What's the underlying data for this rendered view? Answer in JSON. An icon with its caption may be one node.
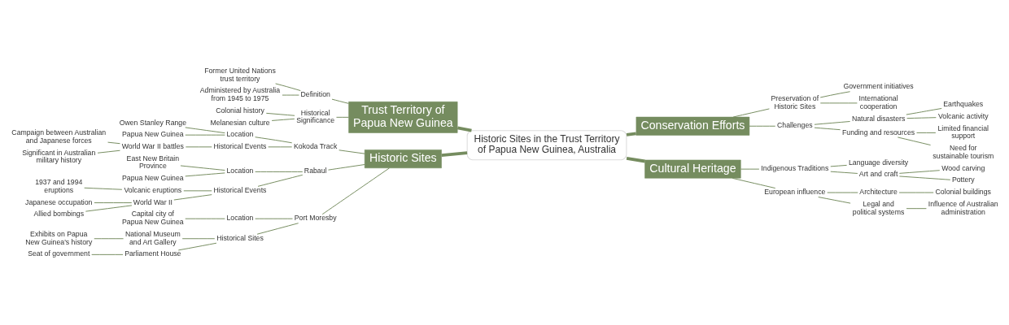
{
  "diagram": {
    "nodes": [
      {
        "text": [
          "Historic Sites in the Trust Territory of Papua New Guinea, Australia"
        ]
      },
      {
        "text": [
          "Trust Territory of Papua New Guinea"
        ]
      },
      {
        "text": [
          "Definition"
        ]
      },
      {
        "text": [
          "Former United Nations trust territory"
        ]
      },
      {
        "text": [
          "Administered by Australia from 1945 to 1975"
        ]
      },
      {
        "text": [
          "Historical Significance"
        ]
      },
      {
        "text": [
          "Colonial history"
        ]
      },
      {
        "text": [
          "Melanesian culture"
        ]
      },
      {
        "text": [
          "Historic Sites"
        ]
      },
      {
        "text": [
          "Kokoda Track"
        ]
      },
      {
        "text": [
          "Location"
        ]
      },
      {
        "text": [
          "Owen Stanley Range"
        ]
      },
      {
        "text": [
          "Papua New Guinea"
        ]
      },
      {
        "text": [
          "Historical Events"
        ]
      },
      {
        "text": [
          "World War II battles"
        ]
      },
      {
        "text": [
          "Campaign between Australian and Japanese forces"
        ]
      },
      {
        "text": [
          "Significant in Australian military history"
        ]
      },
      {
        "text": [
          "Rabaul"
        ]
      },
      {
        "text": [
          "Location"
        ]
      },
      {
        "text": [
          "East New Britain Province"
        ]
      },
      {
        "text": [
          "Papua New Guinea"
        ]
      },
      {
        "text": [
          "Historical Events"
        ]
      },
      {
        "text": [
          "Volcanic eruptions"
        ]
      },
      {
        "text": [
          "1937 and 1994 eruptions"
        ]
      },
      {
        "text": [
          "World War II"
        ]
      },
      {
        "text": [
          "Japanese occupation"
        ]
      },
      {
        "text": [
          "Allied bombings"
        ]
      },
      {
        "text": [
          "Port Moresby"
        ]
      },
      {
        "text": [
          "Location"
        ]
      },
      {
        "text": [
          "Capital city of Papua New Guinea"
        ]
      },
      {
        "text": [
          "Historical Sites"
        ]
      },
      {
        "text": [
          "National Museum and Art Gallery"
        ]
      },
      {
        "text": [
          "Exhibits on Papua New Guinea's history"
        ]
      },
      {
        "text": [
          "Parliament House"
        ]
      },
      {
        "text": [
          "Seat of government"
        ]
      },
      {
        "text": [
          "Conservation Efforts"
        ]
      },
      {
        "text": [
          "Preservation of Historic Sites"
        ]
      },
      {
        "text": [
          "Government initiatives"
        ]
      },
      {
        "text": [
          "International cooperation"
        ]
      },
      {
        "text": [
          "Challenges"
        ]
      },
      {
        "text": [
          "Natural disasters"
        ]
      },
      {
        "text": [
          "Earthquakes"
        ]
      },
      {
        "text": [
          "Volcanic activity"
        ]
      },
      {
        "text": [
          "Funding and resources"
        ]
      },
      {
        "text": [
          "Limited financial support"
        ]
      },
      {
        "text": [
          "Need for sustainable tourism"
        ]
      },
      {
        "text": [
          "Cultural Heritage"
        ]
      },
      {
        "text": [
          "Indigenous Traditions"
        ]
      },
      {
        "text": [
          "Language diversity"
        ]
      },
      {
        "text": [
          "Art and craft"
        ]
      },
      {
        "text": [
          "Wood carving"
        ]
      },
      {
        "text": [
          "Pottery"
        ]
      },
      {
        "text": [
          "European influence"
        ]
      },
      {
        "text": [
          "Architecture"
        ]
      },
      {
        "text": [
          "Colonial buildings"
        ]
      },
      {
        "text": [
          "Legal and political systems"
        ]
      },
      {
        "text": [
          "Influence of Australian administration"
        ]
      }
    ],
    "edges": [
      {
        "from": 0,
        "to": 1,
        "arrow": "none",
        "style": "thick"
      },
      {
        "from": 1,
        "to": 2,
        "arrow": "none"
      },
      {
        "from": 2,
        "to": 3,
        "arrow": "none"
      },
      {
        "from": 2,
        "to": 4,
        "arrow": "none"
      },
      {
        "from": 1,
        "to": 5,
        "arrow": "none"
      },
      {
        "from": 5,
        "to": 6,
        "arrow": "none"
      },
      {
        "from": 5,
        "to": 7,
        "arrow": "none"
      },
      {
        "from": 0,
        "to": 8,
        "arrow": "none",
        "style": "thick"
      },
      {
        "from": 8,
        "to": 9,
        "arrow": "none"
      },
      {
        "from": 9,
        "to": 10,
        "arrow": "none"
      },
      {
        "from": 10,
        "to": 11,
        "arrow": "none"
      },
      {
        "from": 10,
        "to": 12,
        "arrow": "none"
      },
      {
        "from": 9,
        "to": 13,
        "arrow": "none"
      },
      {
        "from": 13,
        "to": 14,
        "arrow": "none"
      },
      {
        "from": 14,
        "to": 15,
        "arrow": "none"
      },
      {
        "from": 14,
        "to": 16,
        "arrow": "none"
      },
      {
        "from": 8,
        "to": 17,
        "arrow": "none"
      },
      {
        "from": 17,
        "to": 18,
        "arrow": "none"
      },
      {
        "from": 18,
        "to": 19,
        "arrow": "none"
      },
      {
        "from": 18,
        "to": 20,
        "arrow": "none"
      },
      {
        "from": 17,
        "to": 21,
        "arrow": "none"
      },
      {
        "from": 21,
        "to": 22,
        "arrow": "none"
      },
      {
        "from": 22,
        "to": 23,
        "arrow": "none"
      },
      {
        "from": 21,
        "to": 24,
        "arrow": "none"
      },
      {
        "from": 24,
        "to": 25,
        "arrow": "none"
      },
      {
        "from": 24,
        "to": 26,
        "arrow": "none"
      },
      {
        "from": 8,
        "to": 27,
        "arrow": "none"
      },
      {
        "from": 27,
        "to": 28,
        "arrow": "none"
      },
      {
        "from": 28,
        "to": 29,
        "arrow": "none"
      },
      {
        "from": 27,
        "to": 30,
        "arrow": "none"
      },
      {
        "from": 30,
        "to": 31,
        "arrow": "none"
      },
      {
        "from": 31,
        "to": 32,
        "arrow": "none"
      },
      {
        "from": 30,
        "to": 33,
        "arrow": "none"
      },
      {
        "from": 33,
        "to": 34,
        "arrow": "none"
      },
      {
        "from": 0,
        "to": 35,
        "arrow": "none",
        "style": "thick"
      },
      {
        "from": 35,
        "to": 36,
        "arrow": "none"
      },
      {
        "from": 36,
        "to": 37,
        "arrow": "none"
      },
      {
        "from": 36,
        "to": 38,
        "arrow": "none"
      },
      {
        "from": 35,
        "to": 39,
        "arrow": "none"
      },
      {
        "from": 39,
        "to": 40,
        "arrow": "none"
      },
      {
        "from": 40,
        "to": 41,
        "arrow": "none"
      },
      {
        "from": 40,
        "to": 42,
        "arrow": "none"
      },
      {
        "from": 39,
        "to": 43,
        "arrow": "none"
      },
      {
        "from": 43,
        "to": 44,
        "arrow": "none"
      },
      {
        "from": 43,
        "to": 45,
        "arrow": "none"
      },
      {
        "from": 0,
        "to": 46,
        "arrow": "none",
        "style": "thick"
      },
      {
        "from": 46,
        "to": 47,
        "arrow": "none"
      },
      {
        "from": 47,
        "to": 48,
        "arrow": "none"
      },
      {
        "from": 47,
        "to": 49,
        "arrow": "none"
      },
      {
        "from": 49,
        "to": 50,
        "arrow": "none"
      },
      {
        "from": 49,
        "to": 51,
        "arrow": "none"
      },
      {
        "from": 46,
        "to": 52,
        "arrow": "none"
      },
      {
        "from": 52,
        "to": 53,
        "arrow": "none"
      },
      {
        "from": 53,
        "to": 54,
        "arrow": "none"
      },
      {
        "from": 52,
        "to": 55,
        "arrow": "none"
      },
      {
        "from": 55,
        "to": 56,
        "arrow": "none"
      }
    ]
  }
}
